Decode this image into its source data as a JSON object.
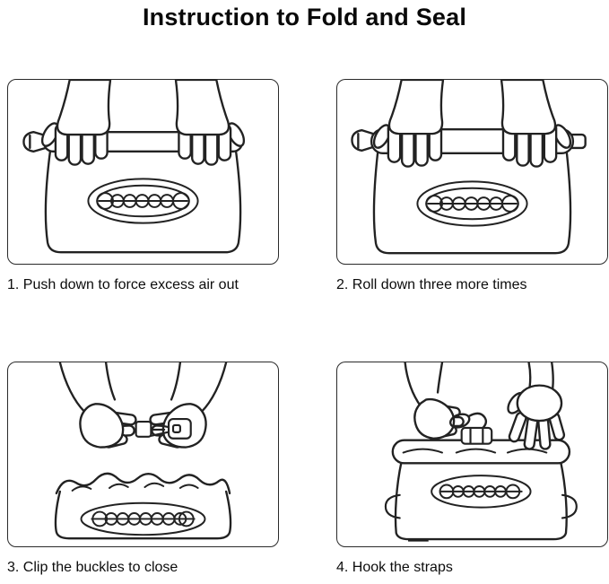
{
  "title": "Instruction to Fold and Seal",
  "steps": [
    {
      "caption": "1. Push down to force excess air out",
      "illustration": "hands-pressing-rolled-drybag-top"
    },
    {
      "caption": "2. Roll down three more times",
      "illustration": "hands-rolling-drybag-top"
    },
    {
      "caption": "3. Clip the buckles to close",
      "illustration": "hands-clipping-side-buckles"
    },
    {
      "caption": "4. Hook the straps",
      "illustration": "hand-hooking-strap-to-buckle"
    }
  ],
  "colors": {
    "line": "#222222",
    "text": "#0c0c0c",
    "strap": "#1c1c1c",
    "background": "#ffffff"
  }
}
